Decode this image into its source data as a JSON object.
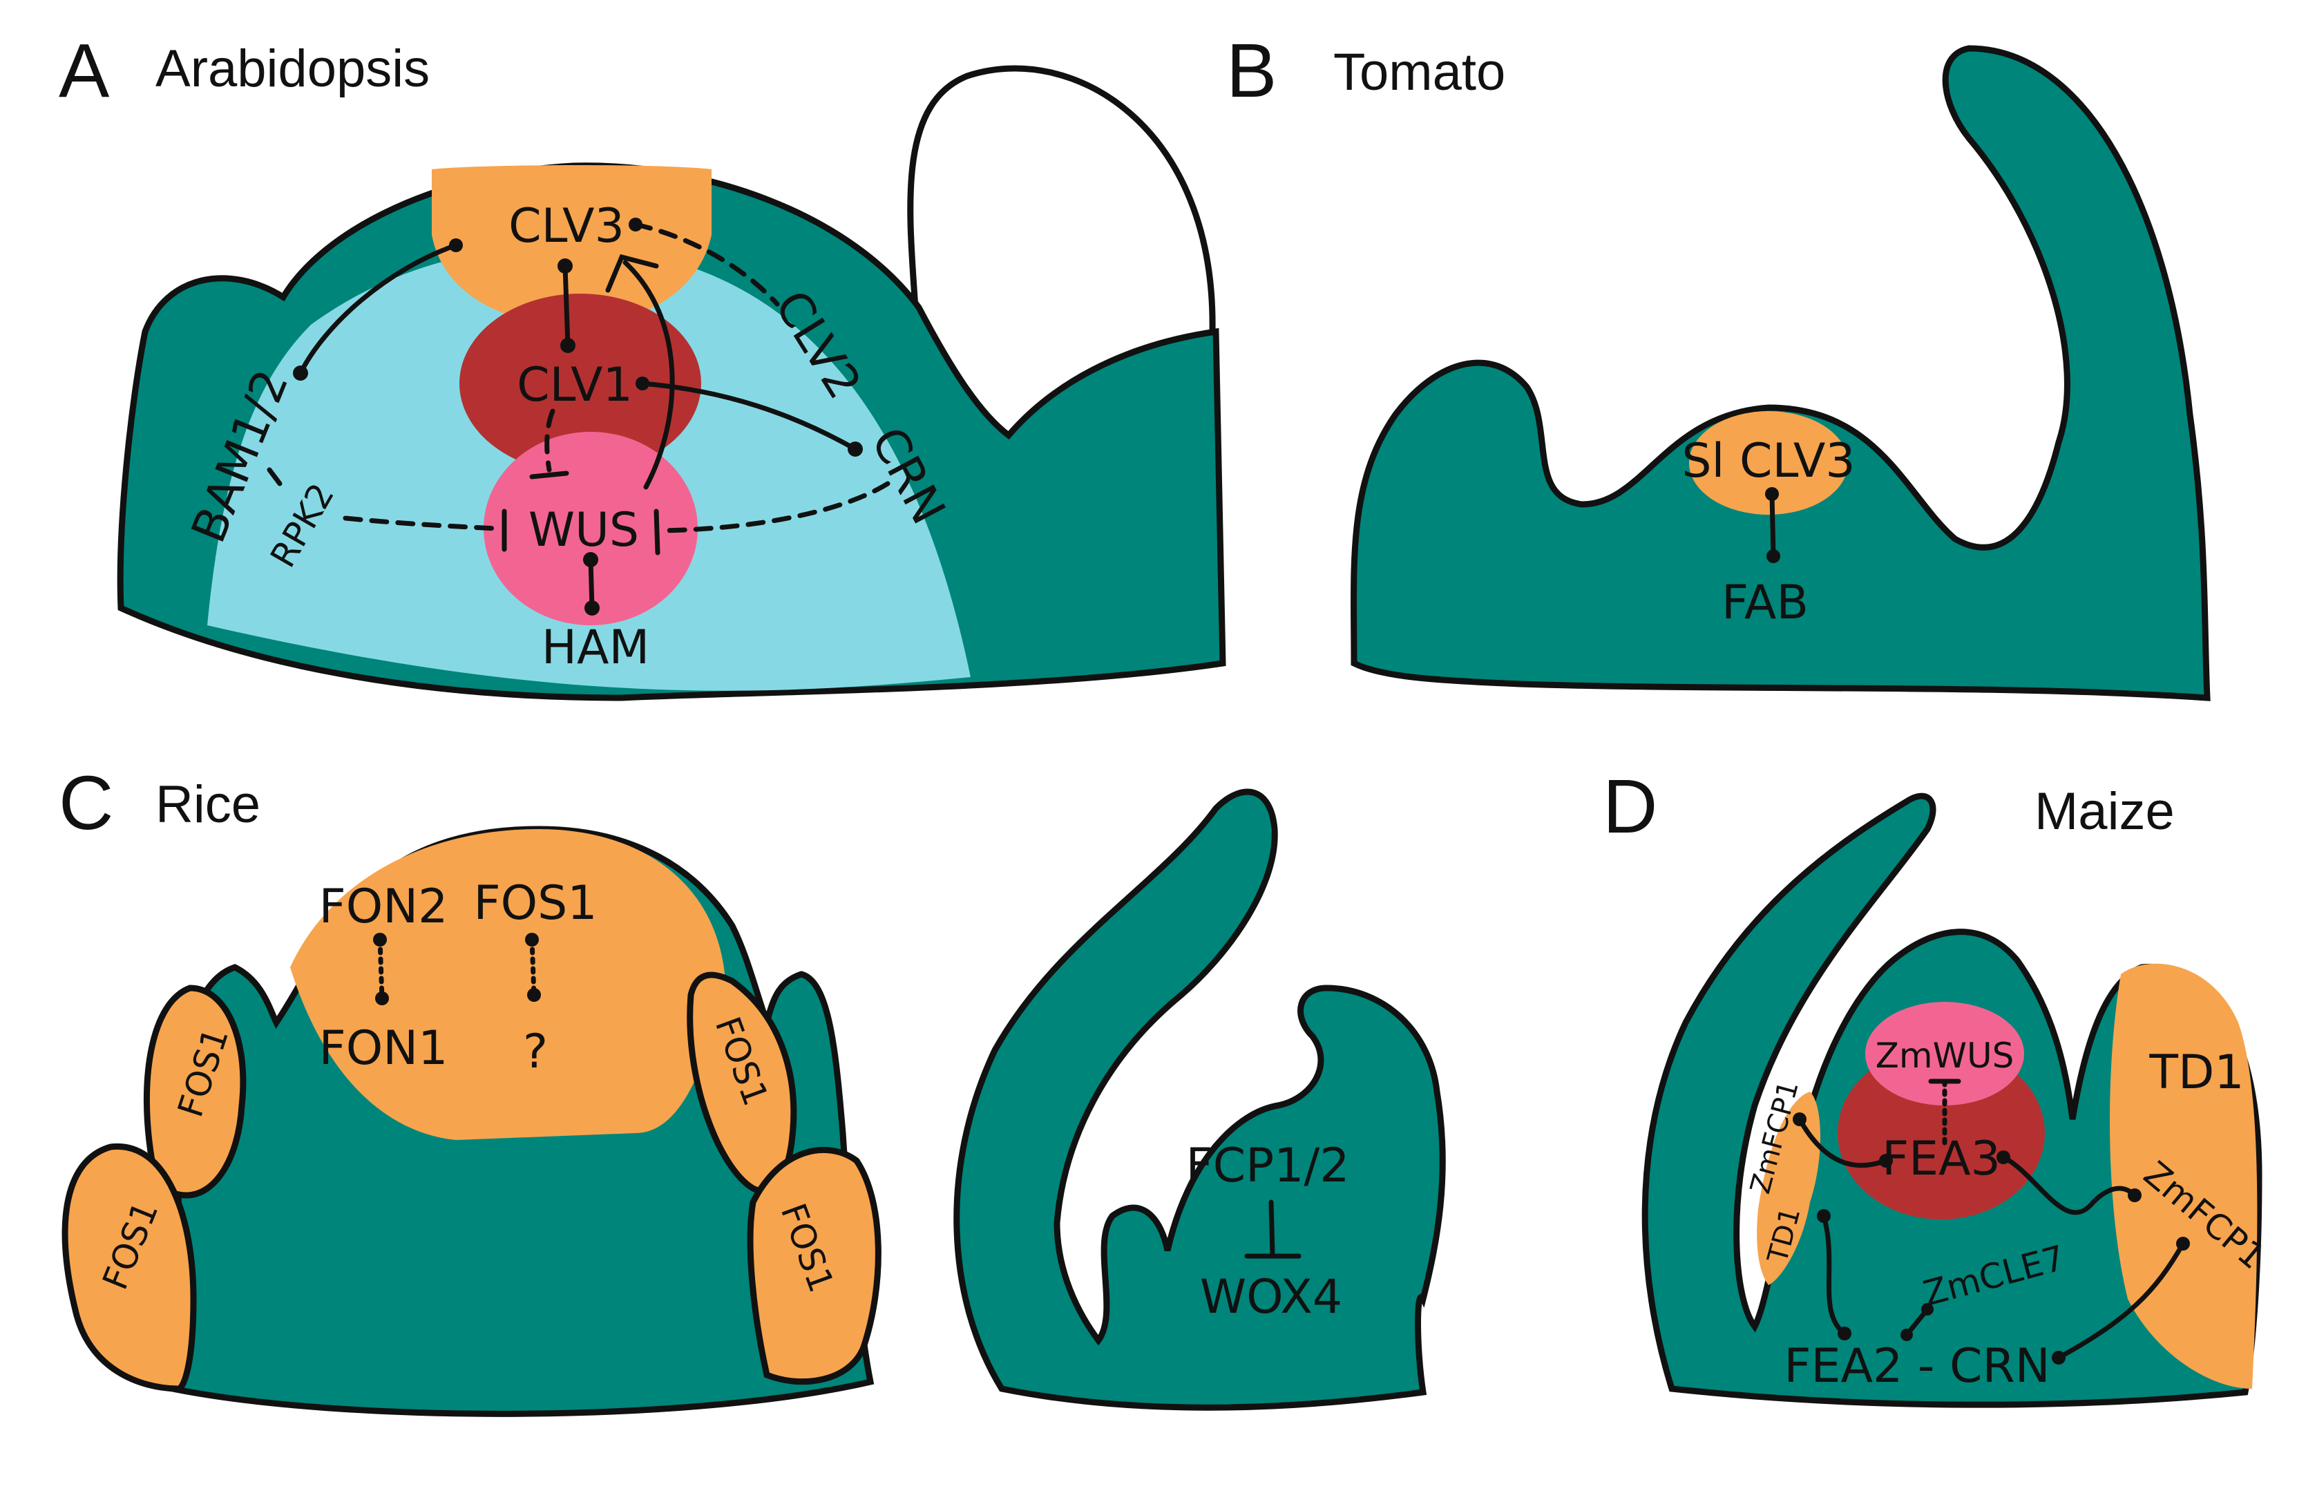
{
  "colors": {
    "teal": "#00857a",
    "light_blue": "#86d9e4",
    "orange": "#f7a44e",
    "dark_red": "#b53131",
    "pink": "#f26592"
  },
  "panels": {
    "A": {
      "letter": "A",
      "species": "Arabidopsis",
      "labels": {
        "clv3": "CLV3",
        "clv1": "CLV1",
        "wus": "WUS",
        "ham": "HAM",
        "bam": "BAM1/2",
        "rpk2": "RPK2",
        "clv2": "CLV2",
        "crn": "CRN"
      }
    },
    "B": {
      "letter": "B",
      "species": "Tomato",
      "labels": {
        "slclv3": "Sl CLV3",
        "fab": "FAB"
      }
    },
    "C": {
      "letter": "C",
      "species": "Rice",
      "labels": {
        "fon2": "FON2",
        "fos1_top": "FOS1",
        "fon1": "FON1",
        "question": "?",
        "fos1_left_upper": "FOS1",
        "fos1_left_lower": "FOS1",
        "fos1_right_upper": "FOS1",
        "fos1_right_lower": "FOS1",
        "fcp": "FCP1/2",
        "wox4": "WOX4"
      }
    },
    "D": {
      "letter": "D",
      "species": "Maize",
      "labels": {
        "zmwus": "ZmWUS",
        "fea3": "FEA3",
        "td1_right": "TD1",
        "td1_left": "TD1",
        "zmfcp1_left": "ZmFCP1",
        "zmfcp1_right": "ZmFCP1",
        "zmcle7": "ZmCLE7",
        "fea2_crn": "FEA2 - CRN"
      }
    }
  }
}
